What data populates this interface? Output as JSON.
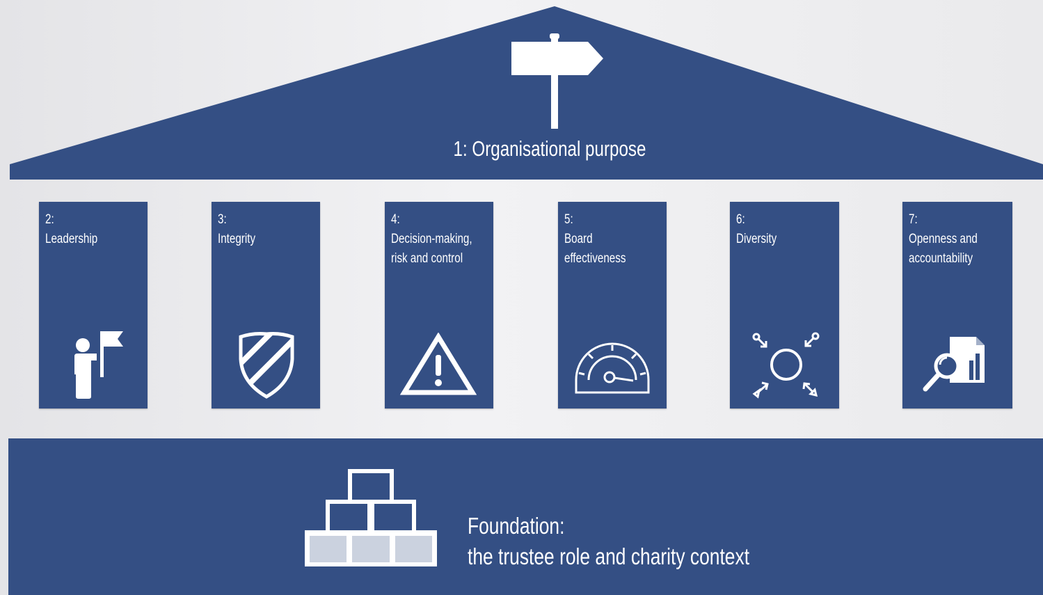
{
  "colors": {
    "house_blue": "#344f84",
    "text": "#ffffff"
  },
  "roof": {
    "title": "1: Organisational purpose",
    "icon": "signpost-icon"
  },
  "pillars": [
    {
      "number": "2:",
      "name_line1": "Leadership",
      "name_line2": "",
      "icon": "leader-flag-icon"
    },
    {
      "number": "3:",
      "name_line1": "Integrity",
      "name_line2": "",
      "icon": "shield-icon"
    },
    {
      "number": "4:",
      "name_line1": "Decision-making,",
      "name_line2": "risk and control",
      "icon": "warning-icon"
    },
    {
      "number": "5:",
      "name_line1": "Board",
      "name_line2": "effectiveness",
      "icon": "gauge-icon"
    },
    {
      "number": "6:",
      "name_line1": "Diversity",
      "name_line2": "",
      "icon": "diversity-arrows-icon"
    },
    {
      "number": "7:",
      "name_line1": "Openness and",
      "name_line2": "accountability",
      "icon": "magnifier-report-icon"
    }
  ],
  "foundation": {
    "line1": "Foundation:",
    "line2": "the trustee role and charity context",
    "icon": "building-blocks-icon"
  }
}
